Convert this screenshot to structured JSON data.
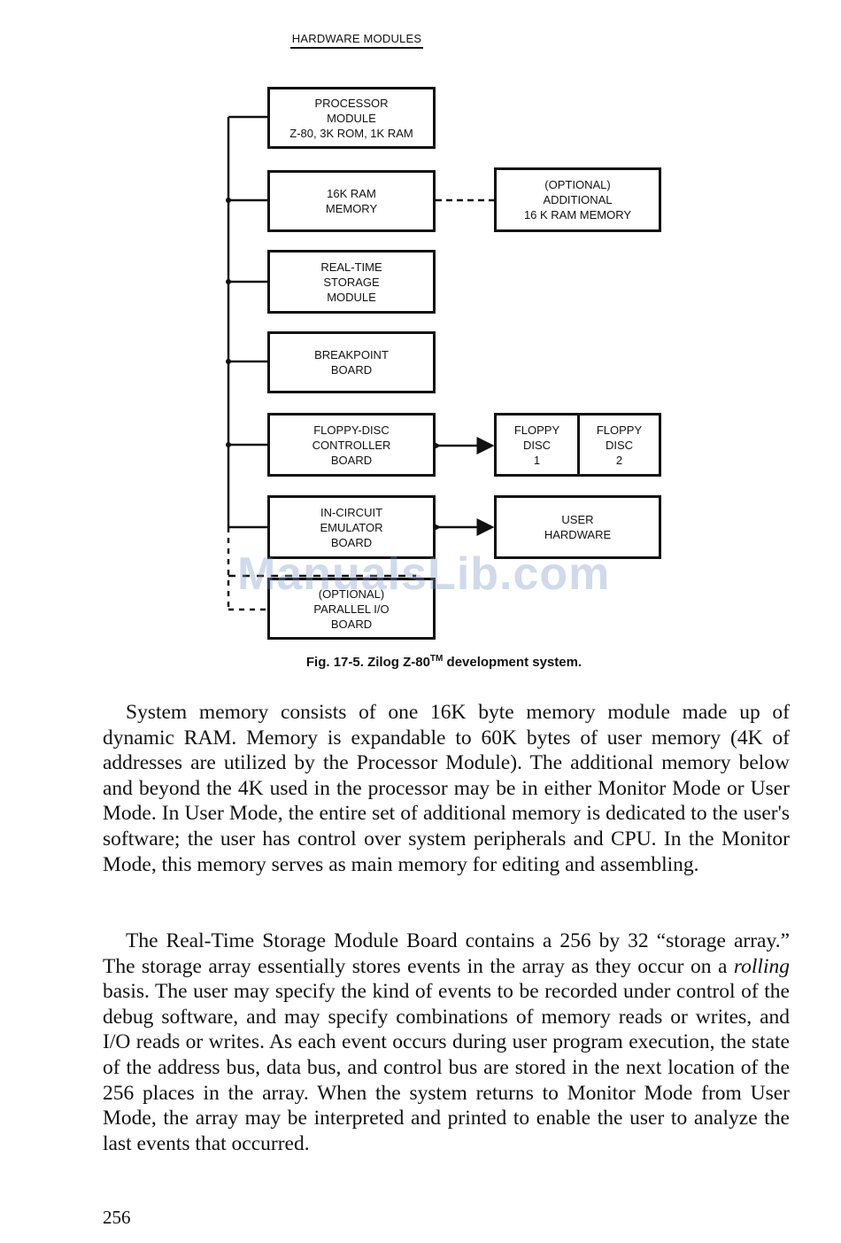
{
  "header": {
    "text": "HARDWARE MODULES"
  },
  "diagram": {
    "processor": "PROCESSOR\nMODULE\nZ-80, 3K ROM, 1K RAM",
    "ram16k": "16K RAM\nMEMORY",
    "ram_optional": "(OPTIONAL)\nADDITIONAL\n16 K RAM MEMORY",
    "realtime": "REAL-TIME\nSTORAGE\nMODULE",
    "breakpoint": "BREAKPOINT\nBOARD",
    "floppy_controller": "FLOPPY-DISC\nCONTROLLER\nBOARD",
    "floppy1": "FLOPPY\nDISC\n1",
    "floppy2": "FLOPPY\nDISC\n2",
    "ice": "IN-CIRCUIT\nEMULATOR\nBOARD",
    "user_hw": "USER\nHARDWARE",
    "parallel_io": "(OPTIONAL)\nPARALLEL I/O\nBOARD"
  },
  "caption": {
    "prefix": "Fig. 17-5. Zilog Z-80",
    "tm": "TM",
    "suffix": " development system."
  },
  "watermark": "ManualsLib.com",
  "body": {
    "p1": "System memory consists of one 16K byte memory module made up of dynamic RAM. Memory is expandable to 60K bytes of user memory (4K of addresses are utilized by the Processor Module). The additional memory below and beyond the 4K used in the processor may be in either Monitor Mode or User Mode. In User Mode, the entire set of additional memory is dedicated to the user's software; the user has control over system peripherals and CPU. In the Monitor Mode, this memory serves as main memory for editing and assembling.",
    "p2_a": "The Real-Time Storage Module Board contains a 256 by 32 “storage array.” The storage array essentially stores events in the array as they occur on a ",
    "p2_em": "rolling",
    "p2_b": " basis. The user may specify the kind of events to be recorded under control of the debug software, and may specify combinations of memory reads or writes, and I/O reads or writes. As each event occurs during user program execution, the state of the address bus, data bus, and control bus are stored in the next location of the 256 places in the array. When the system returns to Monitor Mode from User Mode, the array may be interpreted and printed to enable the user to analyze the last events that occurred."
  },
  "page_number": "256"
}
